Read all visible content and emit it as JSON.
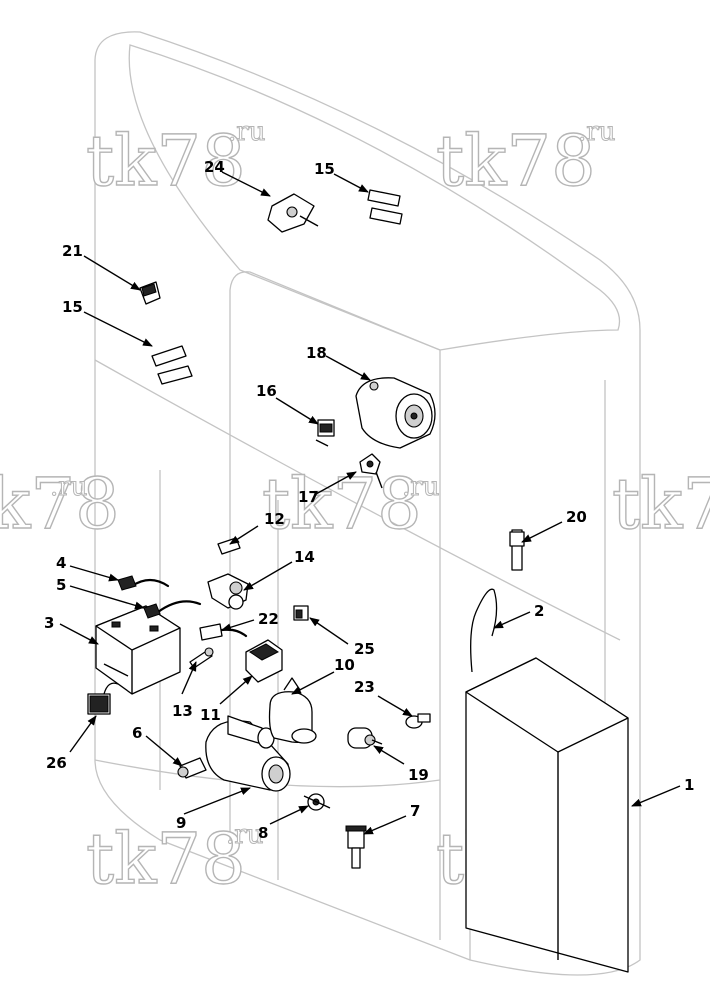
{
  "watermark": {
    "main": "tk78",
    "sup": ".ru"
  },
  "callouts": [
    {
      "id": "c1",
      "label": "1"
    },
    {
      "id": "c2",
      "label": "2"
    },
    {
      "id": "c3",
      "label": "3"
    },
    {
      "id": "c4",
      "label": "4"
    },
    {
      "id": "c5",
      "label": "5"
    },
    {
      "id": "c6",
      "label": "6"
    },
    {
      "id": "c7",
      "label": "7"
    },
    {
      "id": "c8",
      "label": "8"
    },
    {
      "id": "c9",
      "label": "9"
    },
    {
      "id": "c10",
      "label": "10"
    },
    {
      "id": "c11",
      "label": "11"
    },
    {
      "id": "c12",
      "label": "12"
    },
    {
      "id": "c13",
      "label": "13"
    },
    {
      "id": "c14",
      "label": "14"
    },
    {
      "id": "c15a",
      "label": "15"
    },
    {
      "id": "c15b",
      "label": "15"
    },
    {
      "id": "c16",
      "label": "16"
    },
    {
      "id": "c17",
      "label": "17"
    },
    {
      "id": "c18",
      "label": "18"
    },
    {
      "id": "c19",
      "label": "19"
    },
    {
      "id": "c20",
      "label": "20"
    },
    {
      "id": "c21",
      "label": "21"
    },
    {
      "id": "c22",
      "label": "22"
    },
    {
      "id": "c23",
      "label": "23"
    },
    {
      "id": "c24",
      "label": "24"
    },
    {
      "id": "c25",
      "label": "25"
    },
    {
      "id": "c26",
      "label": "26"
    }
  ]
}
